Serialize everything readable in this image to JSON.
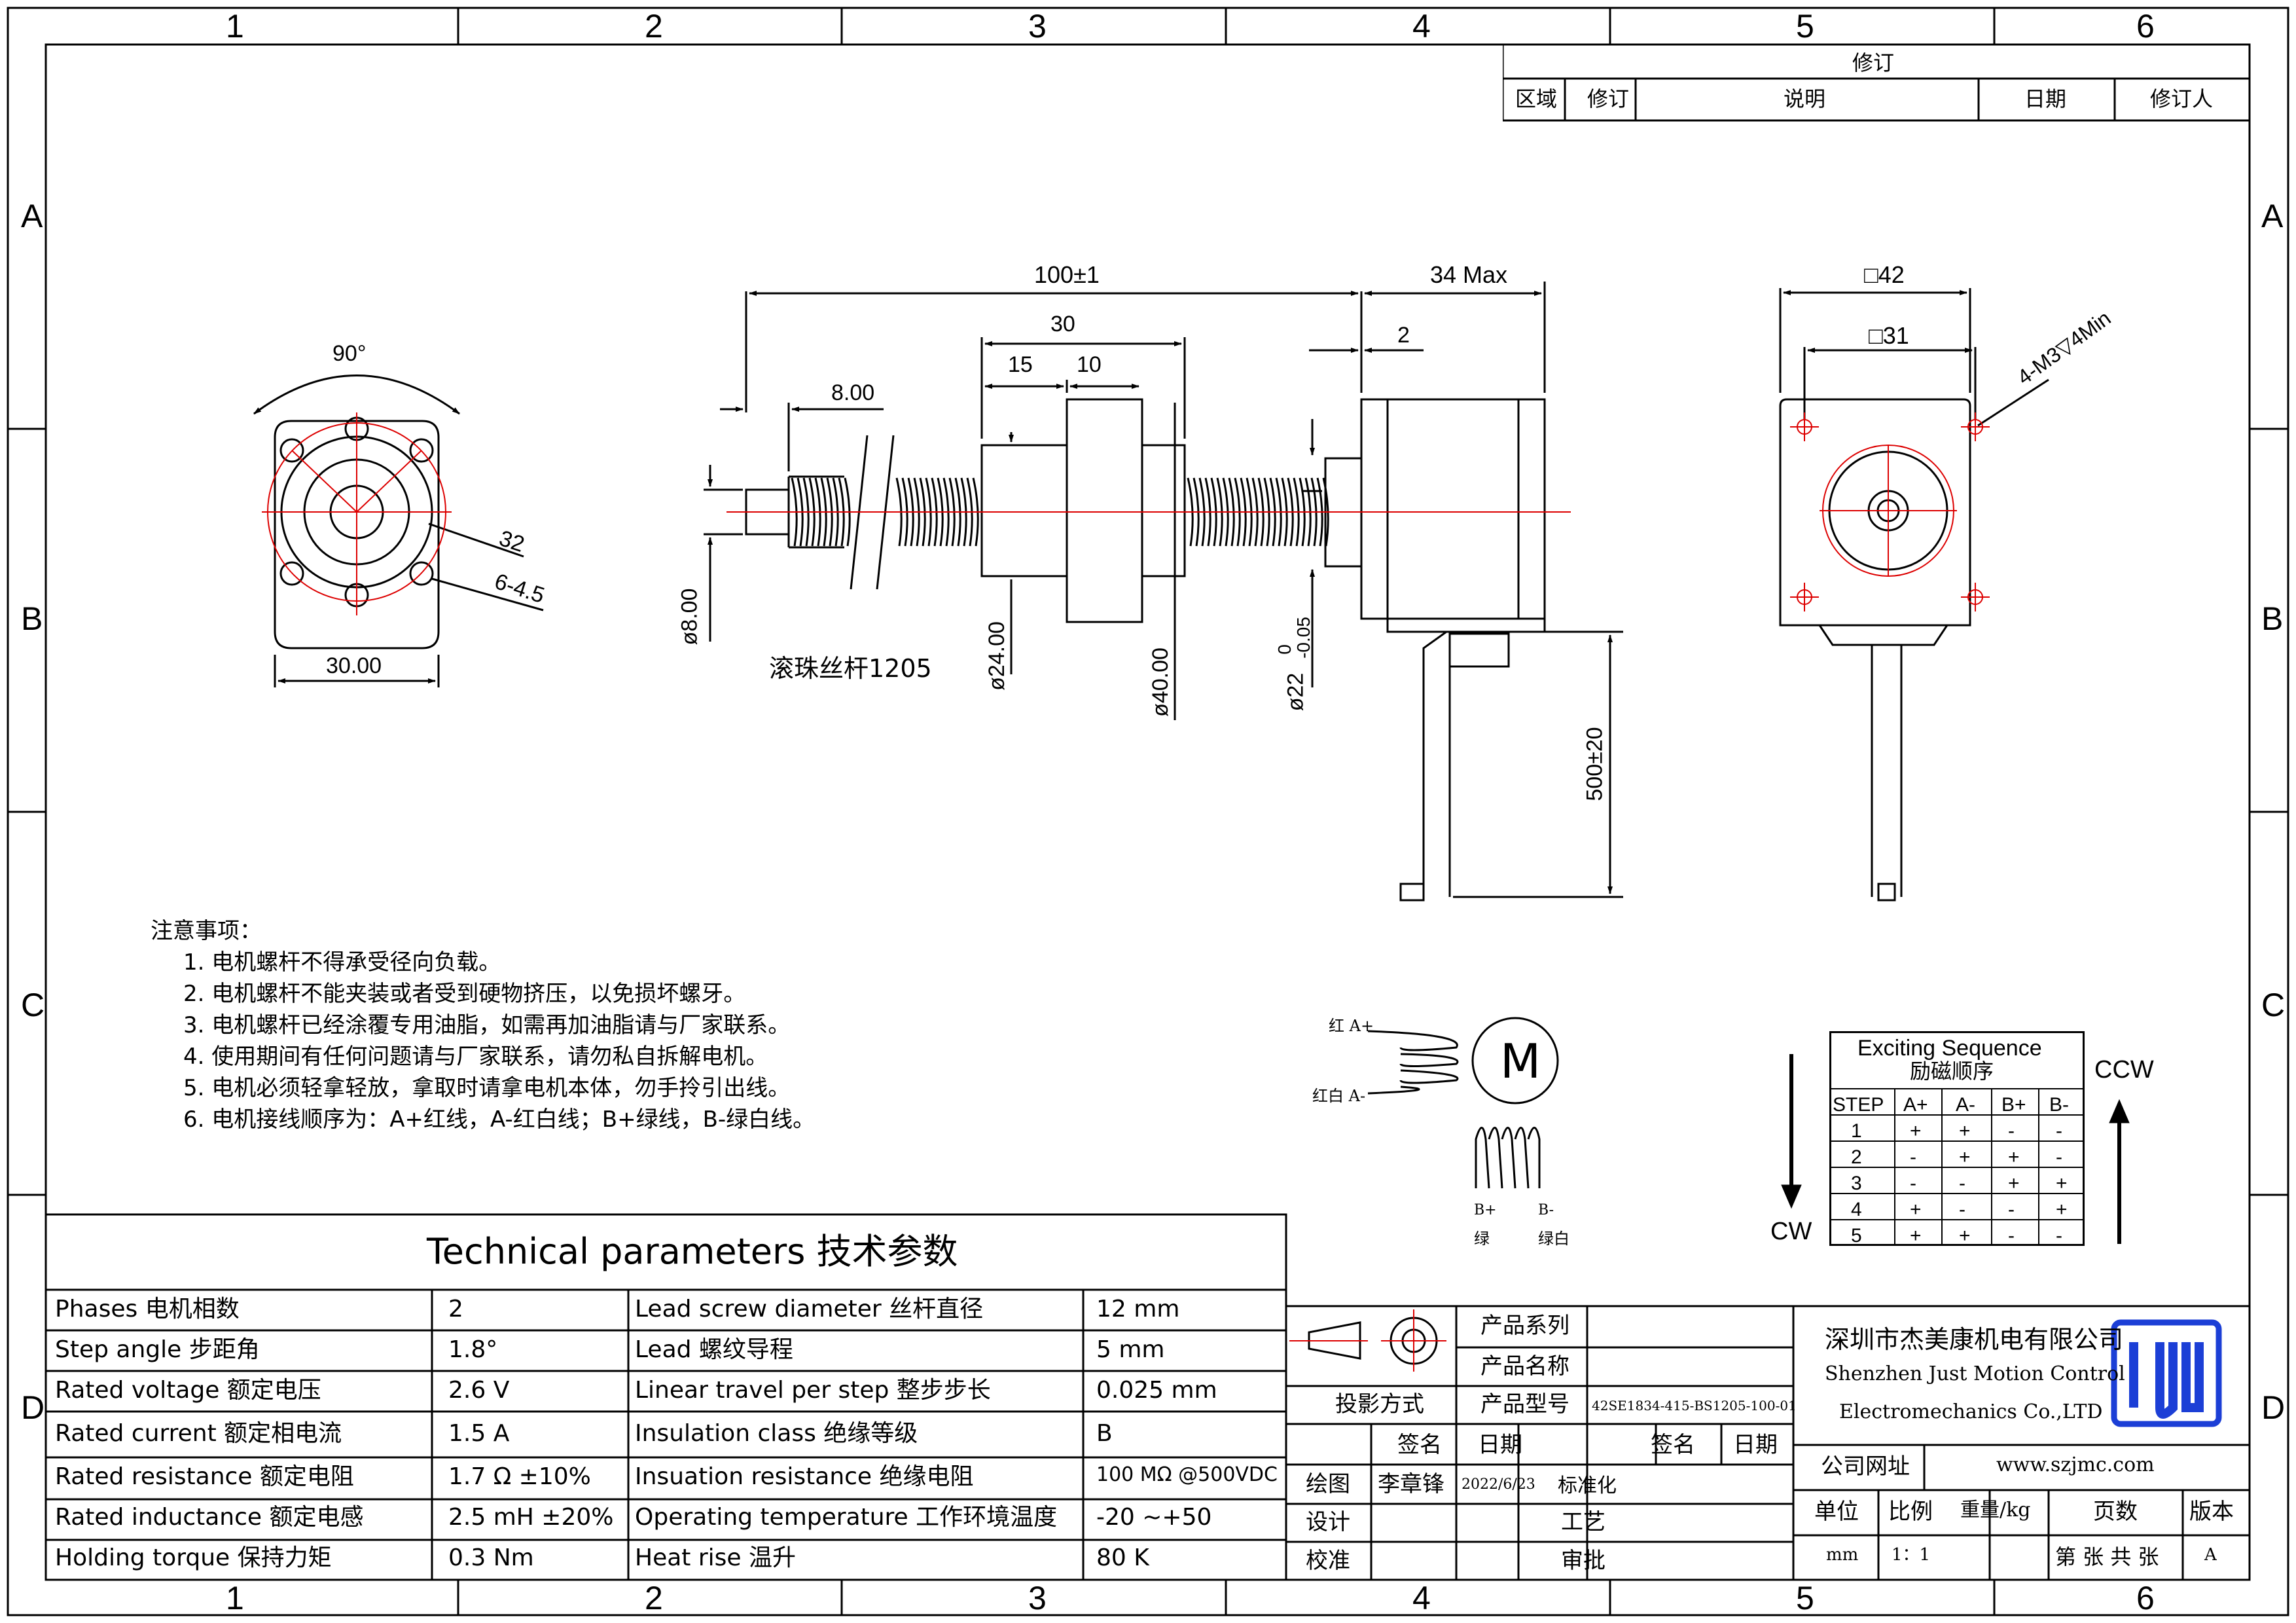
{
  "zones": {
    "cols": [
      "1",
      "2",
      "3",
      "4",
      "5",
      "6"
    ],
    "rows": [
      "A",
      "B",
      "C",
      "D"
    ]
  },
  "revision": {
    "title": "修订",
    "cols": [
      "区域",
      "修订",
      "说明",
      "日期",
      "修订人"
    ]
  },
  "drawing": {
    "dims": {
      "overall": "100±1",
      "max": "34 Max",
      "nut_len": "30",
      "d15": "15",
      "d10": "10",
      "d8": "8.00",
      "d2": "2",
      "shaft_dia": "ø8.00",
      "nut_dia24": "ø24.00",
      "nut_dia40": "ø40.00",
      "boss_dia": "ø22",
      "boss_tol_up": "0",
      "boss_tol_dn": "-0.05",
      "lead_len": "500±20",
      "sq42": "□42",
      "sq31": "□31",
      "mount_holes": "4-M3▽4Min",
      "angle": "90°",
      "pcd": "32",
      "holes": "6-4.5",
      "flange_w": "30.00"
    },
    "screw_label": "滚珠丝杆1205"
  },
  "notes": {
    "title": "注意事项：",
    "items": [
      "1. 电机螺杆不得承受径向负载。",
      "2. 电机螺杆不能夹装或者受到硬物挤压，以免损坏螺牙。",
      "3. 电机螺杆已经涂覆专用油脂，如需再加油脂请与厂家联系。",
      "4. 使用期间有任何问题请与厂家联系，请勿私自拆解电机。",
      "5. 电机必须轻拿轻放，拿取时请拿电机本体，勿手拎引出线。",
      "6. 电机接线顺序为：A+红线，A-红白线；B+绿线，B-绿白线。"
    ]
  },
  "wiring": {
    "a_plus": "红 A+",
    "a_minus": "红白 A-",
    "b_plus": "B+",
    "b_minus": "B-",
    "b_plus_color": "绿",
    "b_minus_color": "绿白",
    "motor": "M"
  },
  "sequence": {
    "title": "Exciting Sequence",
    "subtitle": "励磁顺序",
    "header": [
      "STEP",
      "A+",
      "A-",
      "B+",
      "B-"
    ],
    "rows": [
      [
        "1",
        "+",
        "+",
        "-",
        "-"
      ],
      [
        "2",
        "-",
        "+",
        "+",
        "-"
      ],
      [
        "3",
        "-",
        "-",
        "+",
        "+"
      ],
      [
        "4",
        "+",
        "-",
        "-",
        "+"
      ],
      [
        "5",
        "+",
        "+",
        "-",
        "-"
      ]
    ],
    "cw": "CW",
    "ccw": "CCW"
  },
  "tech": {
    "title": "Technical parameters 技术参数",
    "rows": [
      [
        "Phases 电机相数",
        "2",
        "Lead screw diameter 丝杆直径",
        "12 mm"
      ],
      [
        "Step angle 步距角",
        "1.8°",
        "Lead 螺纹导程",
        "5 mm"
      ],
      [
        "Rated voltage 额定电压",
        "2.6 V",
        "Linear travel per step 整步步长",
        "0.025 mm"
      ],
      [
        "Rated current 额定相电流",
        "1.5 A",
        "Insulation class 绝缘等级",
        "B"
      ],
      [
        "Rated resistance 额定电阻",
        "1.7 Ω  ±10%",
        "Insuation resistance 绝缘电阻",
        "100 MΩ @500VDC"
      ],
      [
        "Rated inductance 额定电感",
        "2.5 mH ±20%",
        "Operating temperature 工作环境温度",
        "-20    ~+50"
      ],
      [
        "Holding torque 保持力矩",
        "0.3 Nm",
        "Heat rise 温升",
        "80 K"
      ]
    ]
  },
  "titleblock": {
    "product_series": "产品系列",
    "product_name": "产品名称",
    "product_model": "产品型号",
    "model_value": "42SE1834-415-BS1205-100-01",
    "projection": "投影方式",
    "sign": "签名",
    "date": "日期",
    "sign2": "签名",
    "date2": "日期",
    "drawn": "绘图",
    "drawer": "李章锋",
    "drawn_date": "2022/6/23",
    "standard": "标准化",
    "design": "设计",
    "process": "工艺",
    "check": "校准",
    "approve": "审批",
    "company_cn": "深圳市杰美康机电有限公司",
    "company_en1": "Shenzhen Just Motion Control",
    "company_en2": "Electromechanics Co.,LTD",
    "website_label": "公司网址",
    "website": "www.szjmc.com",
    "unit": "单位",
    "scale": "比例",
    "weight": "重量/kg",
    "pages": "页数",
    "version": "版本",
    "unit_v": "mm",
    "scale_v": "1：1",
    "pages_v": "第 张 共 张",
    "version_v": "A"
  }
}
